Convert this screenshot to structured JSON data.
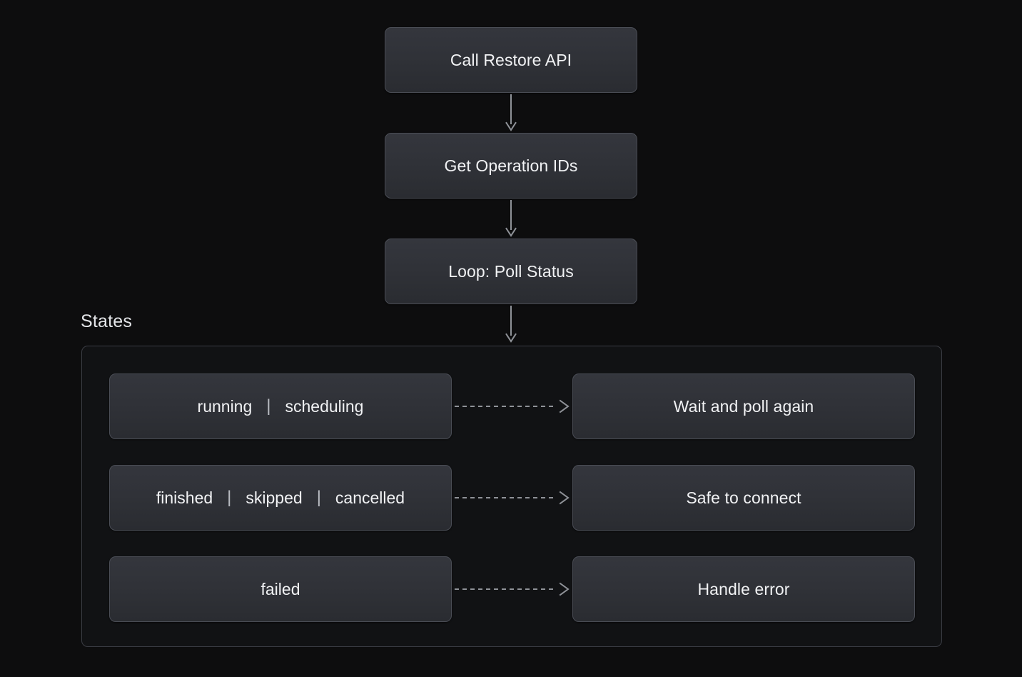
{
  "colors": {
    "background": "#0d0d0e",
    "node_fill_top": "#34363d",
    "node_fill_bottom": "#2a2c31",
    "node_border": "#4a4d55",
    "text": "#f1f2f4",
    "muted_text": "#b9bcc2",
    "arrow": "#8f9298",
    "group_border": "#3b3d44",
    "group_fill": "#111214"
  },
  "flow": {
    "steps": [
      {
        "id": "call-restore-api",
        "label": "Call Restore API"
      },
      {
        "id": "get-operation-ids",
        "label": "Get Operation IDs"
      },
      {
        "id": "loop-poll-status",
        "label": "Loop: Poll Status"
      }
    ],
    "arrows": [
      {
        "id": "api-to-ops",
        "icon": "arrow-down-icon",
        "style": "solid"
      },
      {
        "id": "ops-to-loop",
        "icon": "arrow-down-icon",
        "style": "solid"
      },
      {
        "id": "loop-to-states",
        "icon": "arrow-down-icon",
        "style": "solid"
      }
    ]
  },
  "states_group": {
    "title": "States",
    "rows": [
      {
        "id": "running-scheduling",
        "states": [
          "running",
          "scheduling"
        ],
        "separator": "|",
        "arrow_icon": "dashed-arrow-right-icon",
        "arrow_style": "dashed",
        "action": "Wait and poll again"
      },
      {
        "id": "finished-skipped-cancelled",
        "states": [
          "finished",
          "skipped",
          "cancelled"
        ],
        "separator": "|",
        "arrow_icon": "dashed-arrow-right-icon",
        "arrow_style": "dashed",
        "action": "Safe to connect"
      },
      {
        "id": "failed",
        "states": [
          "failed"
        ],
        "separator": "|",
        "arrow_icon": "dashed-arrow-right-icon",
        "arrow_style": "dashed",
        "action": "Handle error"
      }
    ]
  }
}
